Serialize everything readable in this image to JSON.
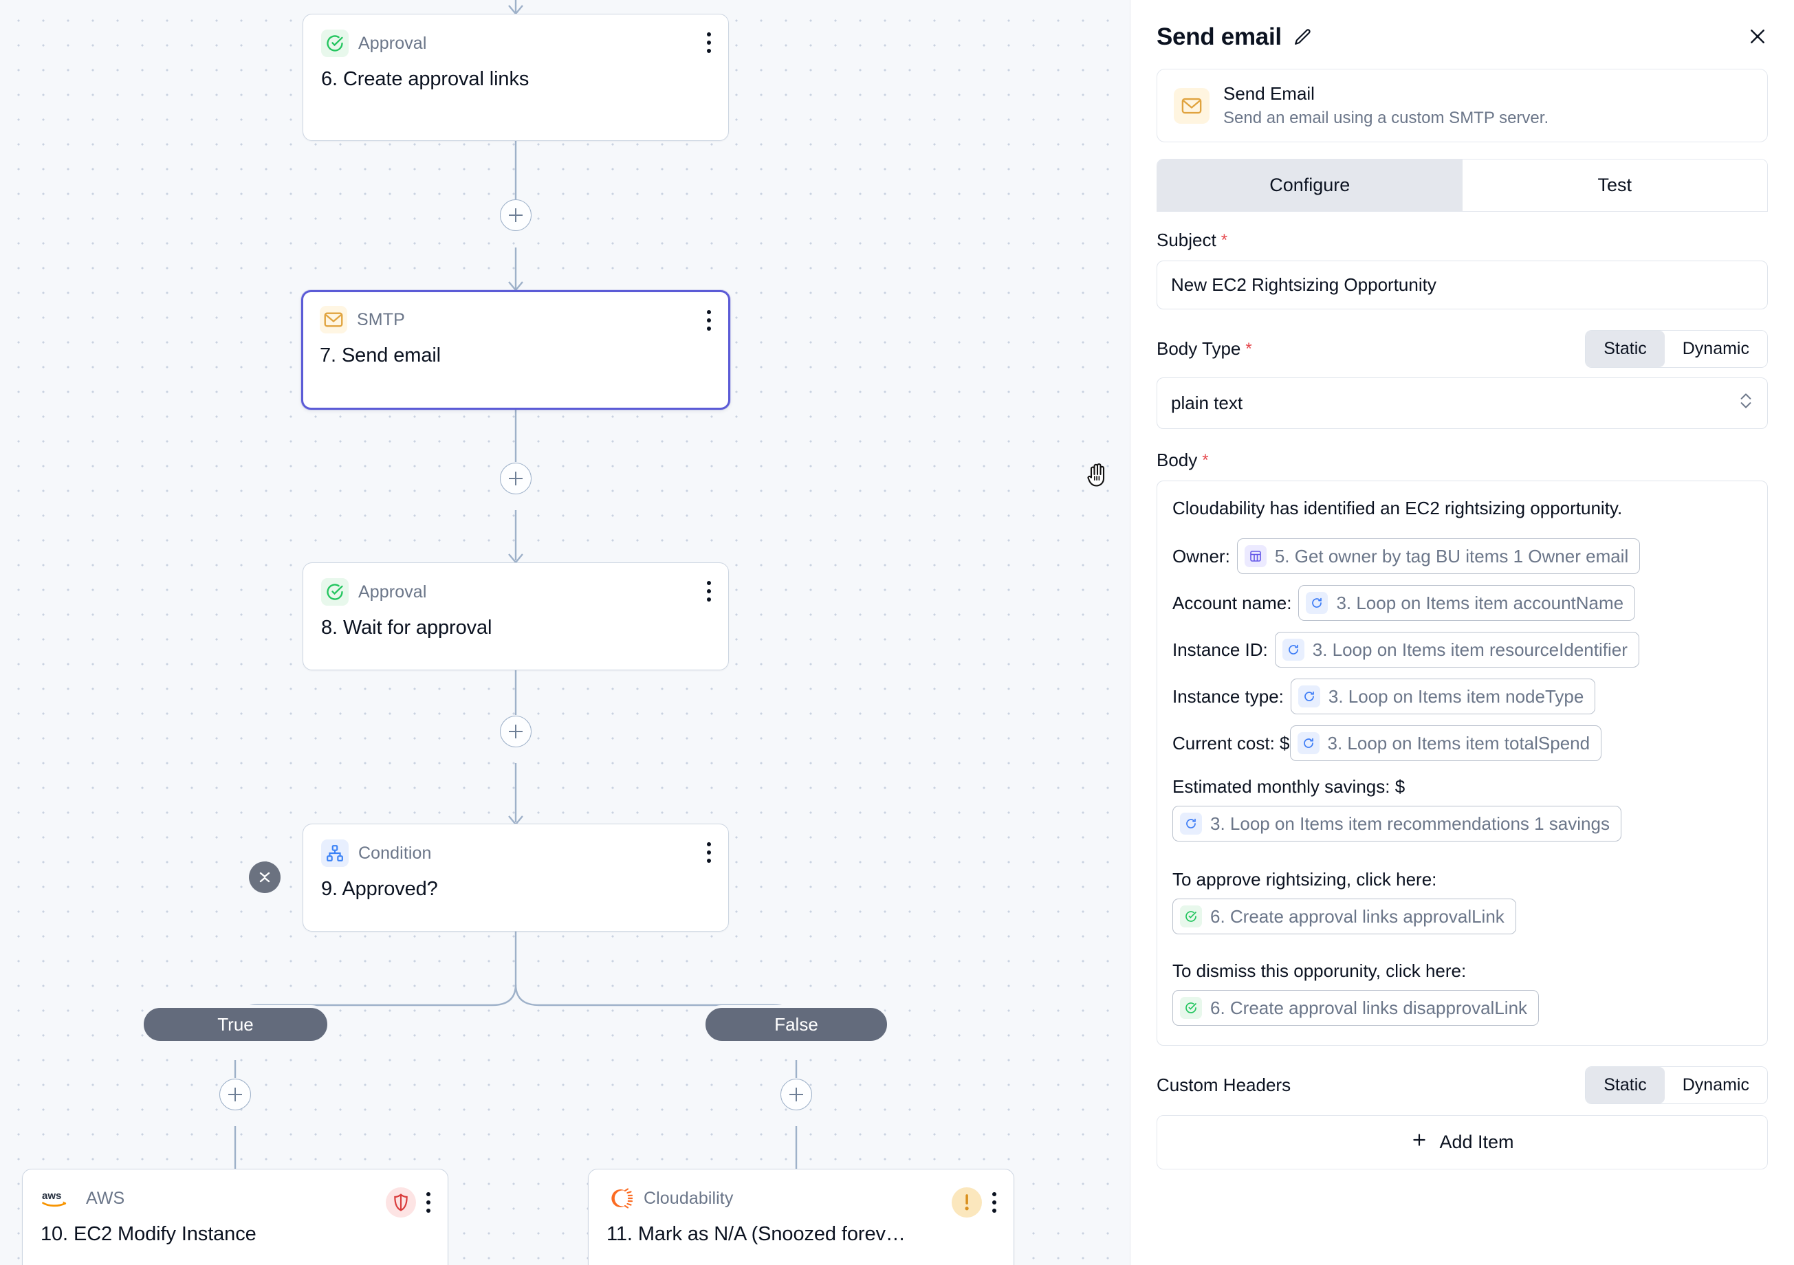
{
  "canvas": {
    "nodes": [
      {
        "id": "n6",
        "type": "Approval",
        "title": "6. Create approval links",
        "icon": "approval-check-icon"
      },
      {
        "id": "n7",
        "type": "SMTP",
        "title": "7. Send email",
        "icon": "envelope-icon"
      },
      {
        "id": "n8",
        "type": "Approval",
        "title": "8. Wait for approval",
        "icon": "approval-check-icon"
      },
      {
        "id": "n9",
        "type": "Condition",
        "title": "9. Approved?",
        "icon": "condition-branch-icon"
      },
      {
        "id": "n10",
        "type": "AWS",
        "title": "10. EC2 Modify Instance",
        "icon": "aws-logo-icon"
      },
      {
        "id": "n11",
        "type": "Cloudability",
        "title": "11. Mark as N/A (Snoozed forev…",
        "icon": "cloudability-logo-icon"
      }
    ],
    "branches": {
      "true_label": "True",
      "false_label": "False"
    },
    "cursor": "grab-hand-cursor"
  },
  "panel": {
    "title": "Send email",
    "action": {
      "name": "Send Email",
      "description": "Send an email using a custom SMTP server."
    },
    "tabs": [
      {
        "label": "Configure",
        "active": true
      },
      {
        "label": "Test",
        "active": false
      }
    ],
    "subject": {
      "label": "Subject",
      "required": "*",
      "value": "New EC2 Rightsizing Opportunity"
    },
    "body_type": {
      "label": "Body Type",
      "required": "*",
      "mode_static": "Static",
      "mode_dynamic": "Dynamic",
      "selected_mode": "Static",
      "value": "plain text"
    },
    "body": {
      "label": "Body",
      "required": "*",
      "intro": "Cloudability has identified an EC2 rightsizing opportunity.",
      "rows": [
        {
          "label": "Owner:",
          "token": "5. Get owner by tag BU items 1 Owner email",
          "token_icon": "table-icon"
        },
        {
          "label": "Account name:",
          "token": "3. Loop on Items item accountName",
          "token_icon": "loop-icon"
        },
        {
          "label": "Instance ID:",
          "token": "3. Loop on Items item resourceIdentifier",
          "token_icon": "loop-icon"
        },
        {
          "label": "Instance type:",
          "token": "3. Loop on Items item nodeType",
          "token_icon": "loop-icon"
        },
        {
          "label": "Current cost: $",
          "token": "3. Loop on Items item totalSpend",
          "token_icon": "loop-icon"
        }
      ],
      "savings_label": "Estimated monthly savings: $",
      "savings_token": "3. Loop on Items item recommendations 1 savings",
      "approve_label": "To approve rightsizing, click here:",
      "approve_token": "6. Create approval links approvalLink",
      "dismiss_label": "To dismiss this opporunity, click here:",
      "dismiss_token": "6. Create approval links disapprovalLink"
    },
    "custom_headers": {
      "label": "Custom Headers",
      "mode_static": "Static",
      "mode_dynamic": "Dynamic",
      "selected_mode": "Static",
      "add_item": "Add Item"
    }
  },
  "colors": {
    "accent": "#5b5bd6",
    "approval_green": "#22c55e",
    "smtp_amber": "#e0a33e",
    "condition_blue": "#3b82f6",
    "aws_orange": "#f79400",
    "cloudability_orange": "#fb6b22",
    "danger_red": "#d93b3b",
    "warn_amber": "#e0a33e",
    "edge": "#9eb1c9"
  }
}
